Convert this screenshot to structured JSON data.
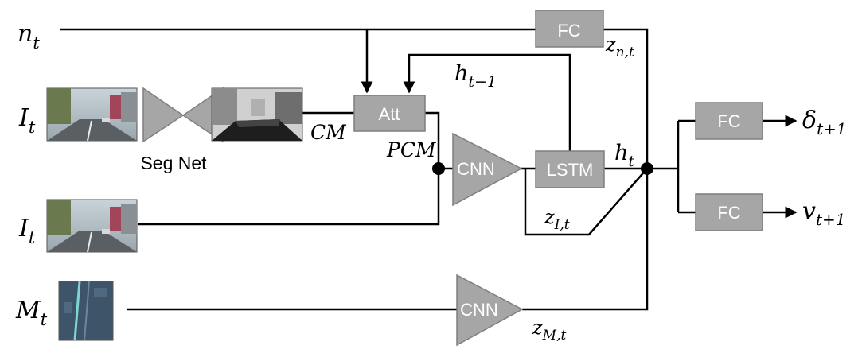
{
  "blocks": {
    "fc_top": "FC",
    "att": "Att",
    "cnn_image": "CNN",
    "lstm": "LSTM",
    "fc_steer": "FC",
    "fc_speed": "FC",
    "cnn_map": "CNN",
    "seg_net": "Seg Net"
  },
  "inputs": {
    "route": {
      "sym": "n",
      "sub": "t"
    },
    "image_top": {
      "sym": "I",
      "sub": "t"
    },
    "image_bottom": {
      "sym": "I",
      "sub": "t"
    },
    "map": {
      "sym": "M",
      "sub": "t"
    }
  },
  "signals": {
    "cm": "CM",
    "pcm": "PCM",
    "h_prev": {
      "sym": "h",
      "sub": "t−1"
    },
    "h_t": {
      "sym": "h",
      "sub": "t"
    },
    "z_n": {
      "sym": "z",
      "sub": "n,t"
    },
    "z_i": {
      "sym": "z",
      "sub": "I,t"
    },
    "z_m": {
      "sym": "z",
      "sub": "M,t"
    }
  },
  "outputs": {
    "steering": {
      "sym": "δ",
      "sub": "t+1"
    },
    "speed": {
      "sym": "v",
      "sub": "t+1"
    }
  },
  "colors": {
    "block_fill": "#a6a6a6",
    "block_stroke": "#7f7f7f",
    "wire": "#000000"
  }
}
